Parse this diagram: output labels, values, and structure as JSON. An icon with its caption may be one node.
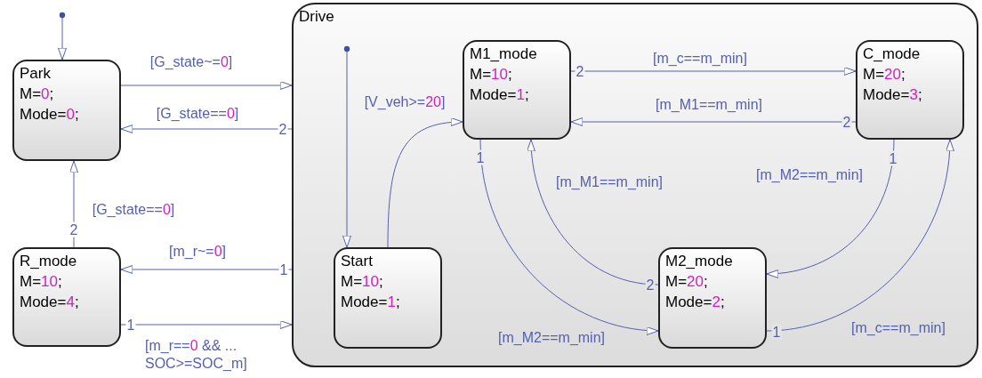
{
  "diagram": {
    "nodes": [
      {
        "text": [
          "Park",
          "M=0;",
          "Mode=0;"
        ]
      },
      {
        "text": [
          "R_mode",
          "M=10;",
          "Mode=4;"
        ]
      },
      {
        "text": [
          "Drive"
        ]
      },
      {
        "text": [
          "M1_mode",
          "M=10;",
          "Mode=1;"
        ],
        "in": 2
      },
      {
        "text": [
          "C_mode",
          "M=20;",
          "Mode=3;"
        ],
        "in": 2
      },
      {
        "text": [
          "Start",
          "M=10;",
          "Mode=1;"
        ],
        "in": 2
      },
      {
        "text": [
          "M2_mode",
          "M=20;",
          "Mode=2;"
        ],
        "in": 2
      }
    ],
    "edges": [
      {
        "from": null,
        "to": 0,
        "arrow": "to"
      },
      {
        "from": 0,
        "to": 2,
        "arrow": "to",
        "label": "[G_state~=0]"
      },
      {
        "from": 2,
        "to": 0,
        "arrow": "to",
        "label": "[G_state==0]"
      },
      {
        "from": 1,
        "to": 0,
        "arrow": "to",
        "label": "[G_state==0]"
      },
      {
        "from": 2,
        "to": 1,
        "arrow": "to",
        "label": "[m_r~=0]"
      },
      {
        "from": 1,
        "to": 2,
        "arrow": "to",
        "label": "[m_r==0 && ... SOC>=SOC_m]"
      },
      {
        "from": null,
        "to": 5,
        "arrow": "to"
      },
      {
        "from": 5,
        "to": 3,
        "arrow": "to",
        "label": "[V_veh>=20]"
      },
      {
        "from": 3,
        "to": 4,
        "arrow": "to",
        "label": "[m_c==m_min]"
      },
      {
        "from": 4,
        "to": 3,
        "arrow": "to",
        "label": "[m_M1==m_min]"
      },
      {
        "from": 3,
        "to": 6,
        "arrow": "to",
        "label": "[m_M2==m_min]"
      },
      {
        "from": 6,
        "to": 3,
        "arrow": "to",
        "label": "[m_M1==m_min]"
      },
      {
        "from": 4,
        "to": 6,
        "arrow": "to",
        "label": "[m_M2==m_min]"
      },
      {
        "from": 6,
        "to": 4,
        "arrow": "to",
        "label": "[m_c==m_min]"
      }
    ],
    "labels": [
      "2",
      "2",
      "2",
      "1",
      "1",
      "2",
      "1",
      "2",
      "1",
      "1"
    ]
  }
}
